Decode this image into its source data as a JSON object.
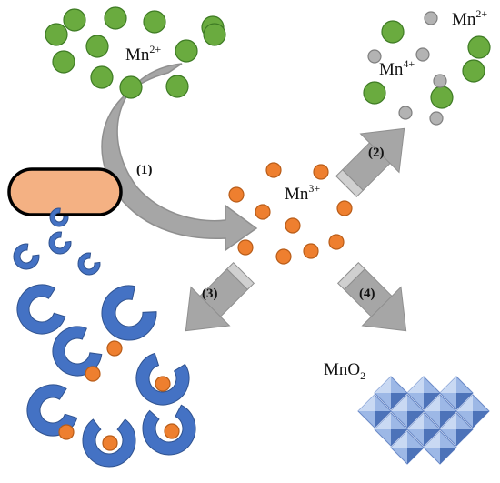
{
  "labels": {
    "mn2_top": {
      "base": "Mn",
      "sup": "2+"
    },
    "mn2_right": {
      "base": "Mn",
      "sup": "2+"
    },
    "mn4": {
      "base": "Mn",
      "sup": "4+"
    },
    "mn3": {
      "base": "Mn",
      "sup": "3+"
    },
    "mno2": {
      "base": "MnO",
      "sub": "2"
    }
  },
  "steps": {
    "s1": "(1)",
    "s2": "(2)",
    "s3": "(3)",
    "s4": "(4)"
  },
  "colors": {
    "mn2": "#6aab3f",
    "mn2_stroke": "#3e7b24",
    "mn3": "#ee7f2f",
    "mn3_stroke": "#b85c18",
    "mn4": "#b3b3b3",
    "mn4_stroke": "#7f7f7f",
    "cell": "#f4b183",
    "siderophore": "#4472c4",
    "arrow": "#a6a6a6",
    "mno2": "#9db8e6",
    "mno2_dark": "#3f66b0"
  }
}
